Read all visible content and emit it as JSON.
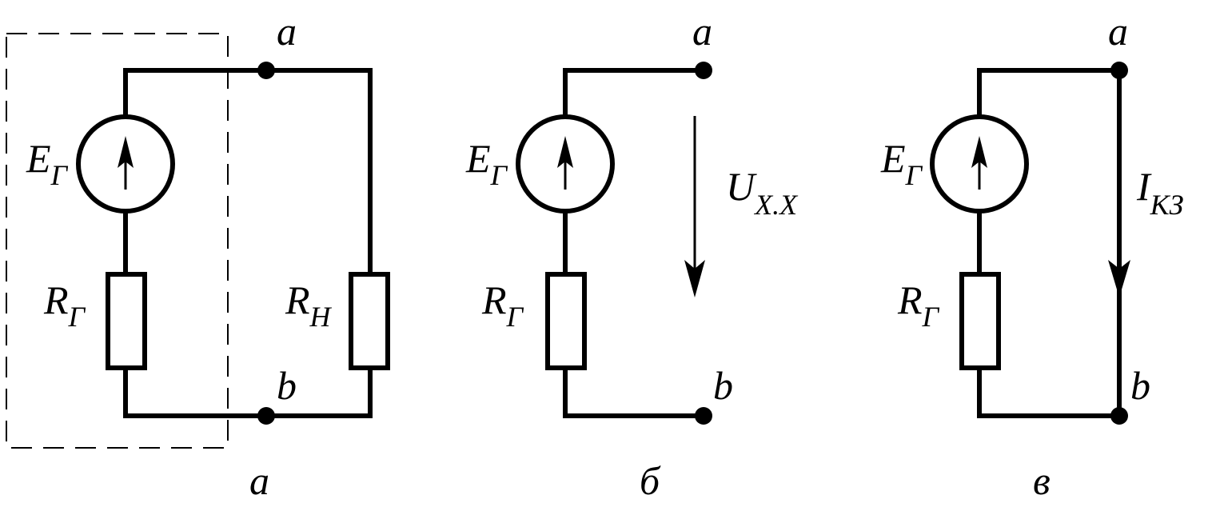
{
  "circuits": [
    {
      "caption": "а",
      "source_label": "E",
      "source_sub": "Г",
      "resistor_label": "R",
      "resistor_sub": "Г",
      "load_label": "R",
      "load_sub": "Н",
      "node_top": "a",
      "node_bottom": "b"
    },
    {
      "caption": "б",
      "source_label": "E",
      "source_sub": "Г",
      "resistor_label": "R",
      "resistor_sub": "Г",
      "measure_label": "U",
      "measure_sub": "X.X",
      "node_top": "a",
      "node_bottom": "b"
    },
    {
      "caption": "в",
      "source_label": "E",
      "source_sub": "Г",
      "resistor_label": "R",
      "resistor_sub": "Г",
      "measure_label": "I",
      "measure_sub": "КЗ",
      "node_top": "a",
      "node_bottom": "b"
    }
  ]
}
